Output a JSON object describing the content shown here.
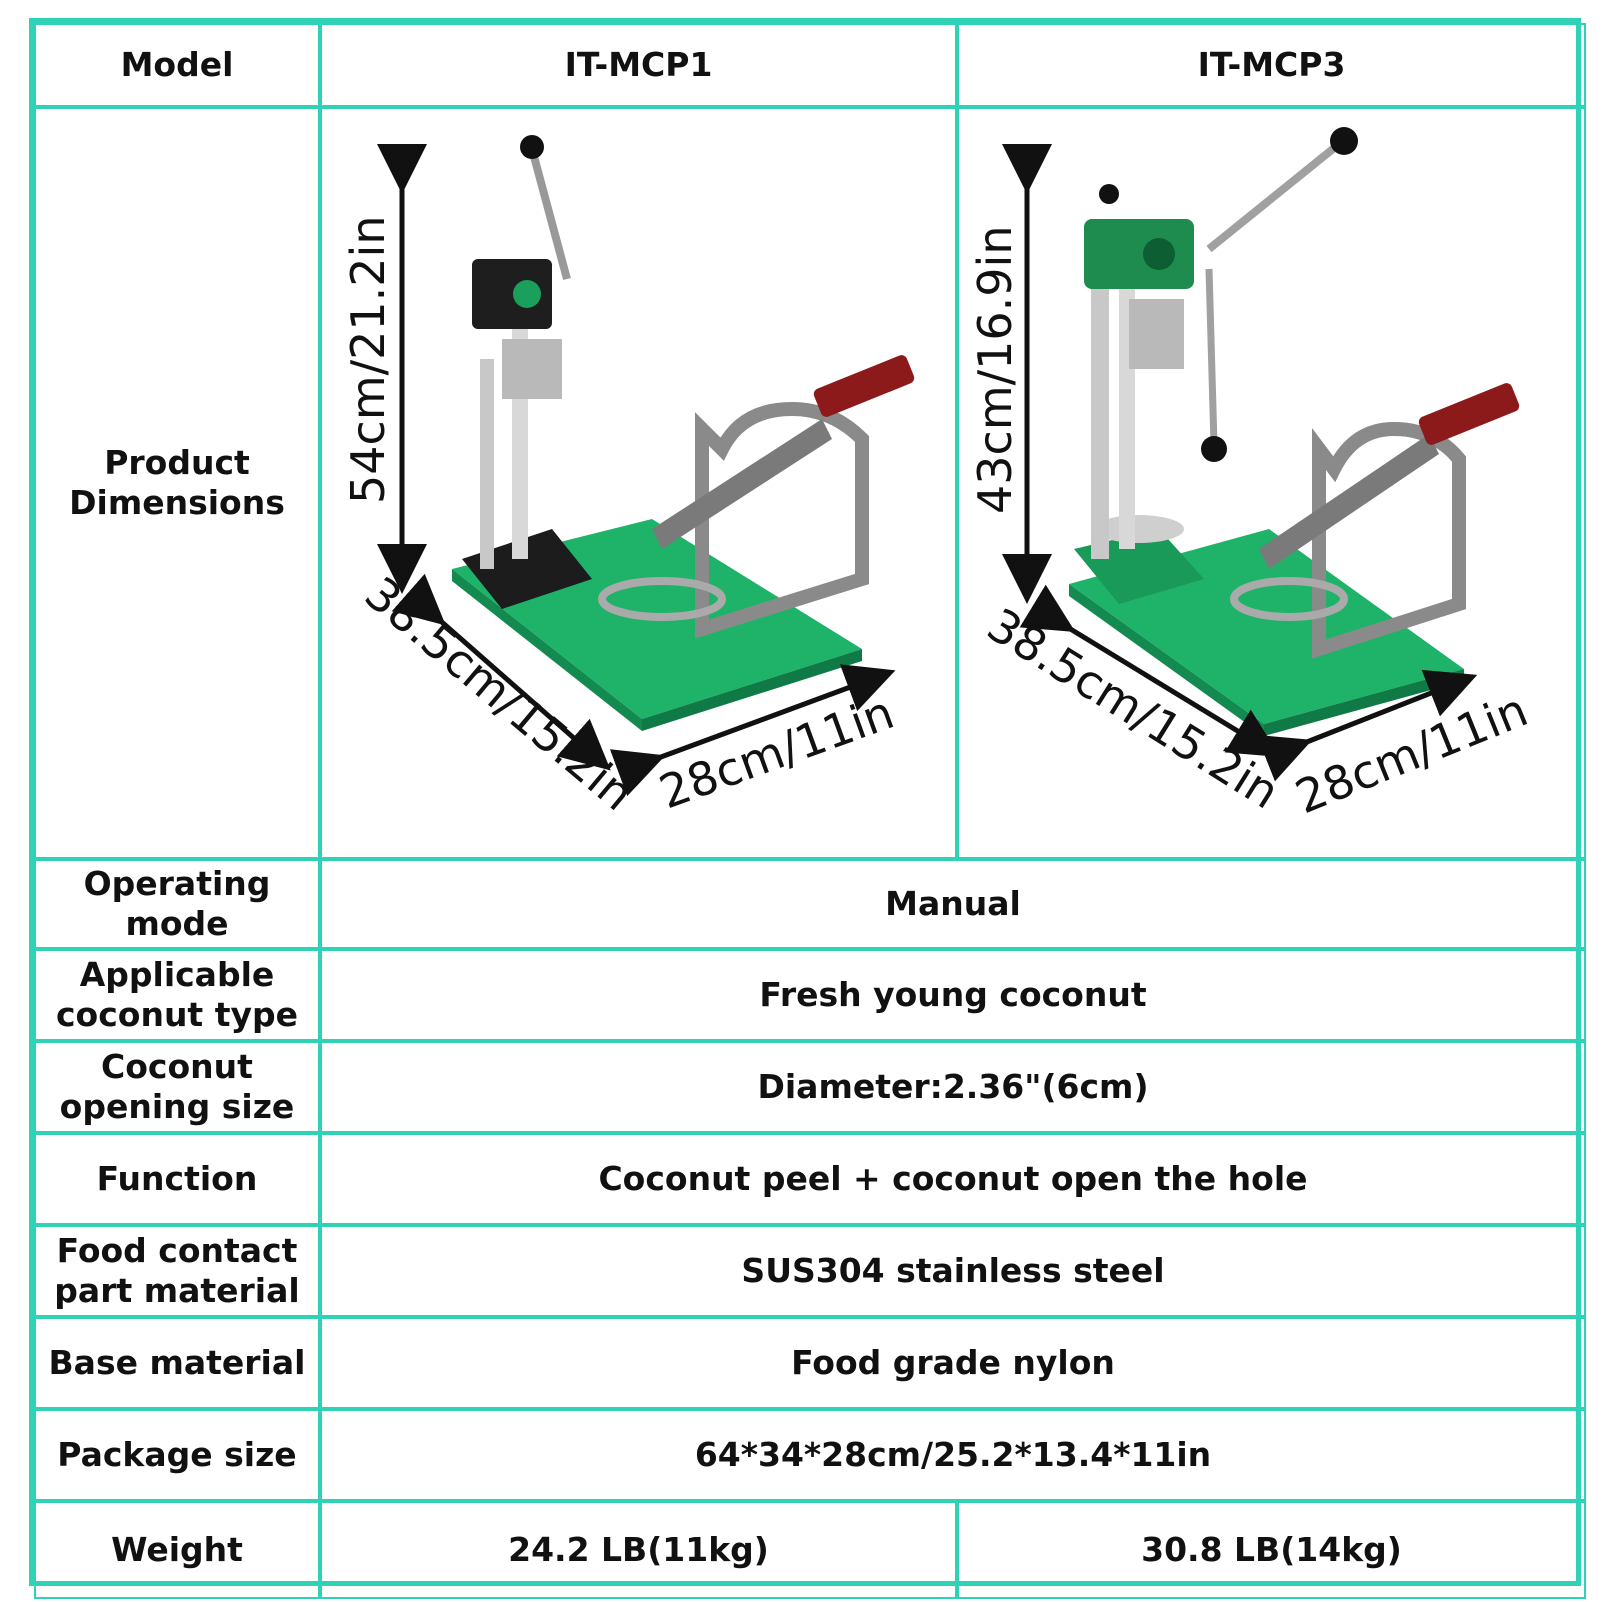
{
  "header": {
    "model_label": "Model",
    "models": [
      "IT-MCP1",
      "IT-MCP3"
    ]
  },
  "dimensions": {
    "label": "Product Dimensions",
    "mcp1": {
      "height": "54cm/21.2in",
      "depth": "38.5cm/15.2in",
      "width": "28cm/11in"
    },
    "mcp3": {
      "height": "43cm/16.9in",
      "depth": "38.5cm/15.2in",
      "width": "28cm/11in"
    }
  },
  "rows": [
    {
      "label": "Operating mode",
      "value": "Manual"
    },
    {
      "label": "Applicable coconut type",
      "value": "Fresh young coconut"
    },
    {
      "label": "Coconut opening size",
      "value": "Diameter:2.36\"(6cm)"
    },
    {
      "label": "Function",
      "value": "Coconut peel + coconut open the hole"
    },
    {
      "label": "Food contact part material",
      "value": "SUS304 stainless steel"
    },
    {
      "label": "Base material",
      "value": "Food grade nylon"
    },
    {
      "label": "Package size",
      "value": "64*34*28cm/25.2*13.4*11in"
    }
  ],
  "weight": {
    "label": "Weight",
    "mcp1": "24.2 LB(11kg)",
    "mcp3": "30.8 LB(14kg)"
  },
  "colors": {
    "border": "#2fd2b4",
    "base_green": "#1fb36a",
    "handle_red": "#8c1a1a"
  }
}
